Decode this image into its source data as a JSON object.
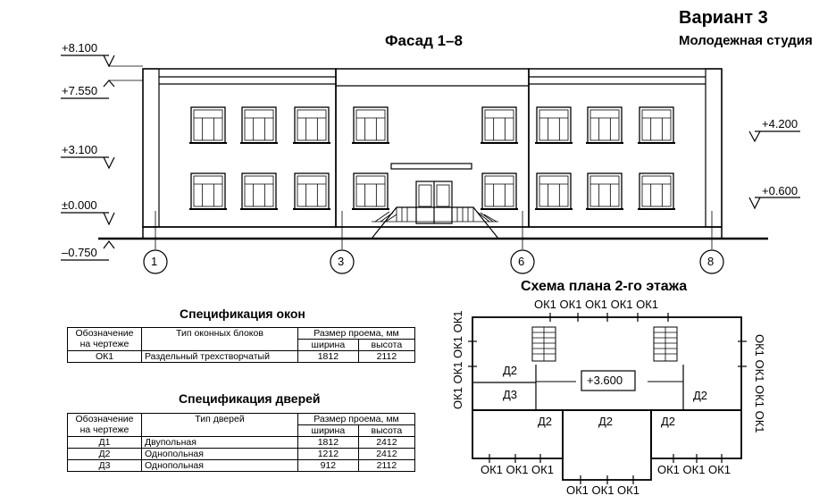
{
  "header": {
    "variant": "Вариант 3",
    "subtitle": "Молодежная студия",
    "facade_title": "Фасад  1–8",
    "plan_title": "Схема плана 2-го этажа"
  },
  "elevation_marks": {
    "left": [
      "+8.100",
      "+7.550",
      "+3.100",
      "±0.000",
      "–0.750"
    ],
    "right": [
      "+4.200",
      "+0.600"
    ]
  },
  "axes": [
    "1",
    "3",
    "6",
    "8"
  ],
  "windows_spec": {
    "title": "Спецификация окон",
    "headers": {
      "mark": "Обозначение на чертеже",
      "type": "Тип оконных блоков",
      "size": "Размер проема, мм",
      "width": "ширина",
      "height": "высота"
    },
    "rows": [
      {
        "mark": "ОК1",
        "type": "Раздельный трехстворчатый",
        "width": "1812",
        "height": "2112"
      }
    ]
  },
  "doors_spec": {
    "title": "Спецификация дверей",
    "headers": {
      "mark": "Обозначение на чертеже",
      "type": "Тип дверей",
      "size": "Размер проема, мм",
      "width": "ширина",
      "height": "высота"
    },
    "rows": [
      {
        "mark": "Д1",
        "type": "Двупольная",
        "width": "1812",
        "height": "2412"
      },
      {
        "mark": "Д2",
        "type": "Однопольная",
        "width": "1212",
        "height": "2412"
      },
      {
        "mark": "Д3",
        "type": "Однопольная",
        "width": "912",
        "height": "2112"
      }
    ]
  },
  "plan": {
    "top_windows": "ОК1 ОК1 ОК1 ОК1 ОК1",
    "left_windows": "ОК1 ОК1 ОК1 ОК1",
    "right_windows": "ОК1 ОК1 ОК1 ОК1",
    "bottom_left_windows": "ОК1 ОК1 ОК1",
    "bottom_right_windows": "ОК1 ОК1 ОК1",
    "bottom_center_windows": "ОК1 ОК1 ОК1",
    "level": "+3.600",
    "door_labels": [
      "Д2",
      "Д3",
      "Д2",
      "Д2",
      "Д2",
      "Д2"
    ]
  }
}
